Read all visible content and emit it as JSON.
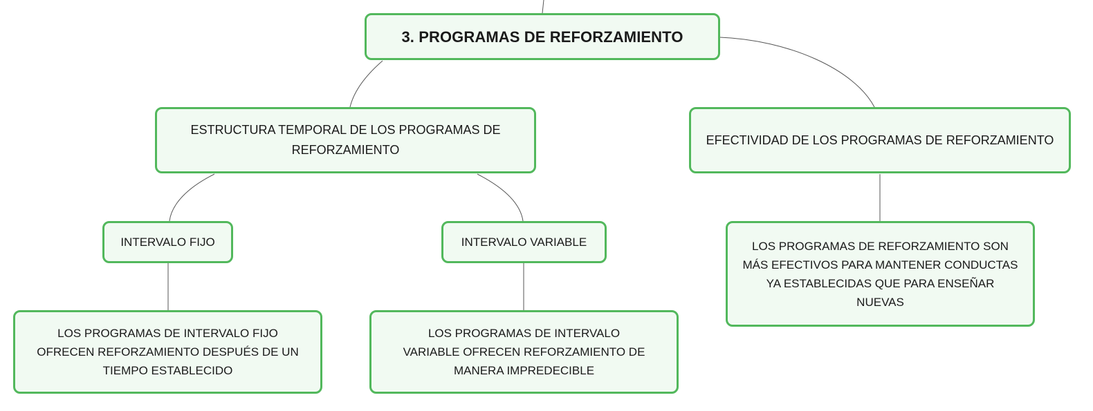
{
  "diagram": {
    "root": {
      "label": "3. PROGRAMAS DE REFORZAMIENTO"
    },
    "branches": {
      "estructura": {
        "label": "ESTRUCTURA TEMPORAL DE LOS PROGRAMAS DE REFORZAMIENTO"
      },
      "efectividad": {
        "label": "EFECTIVIDAD DE LOS PROGRAMAS DE REFORZAMIENTO"
      }
    },
    "subtopics": {
      "intervalo_fijo": {
        "label": "INTERVALO FIJO"
      },
      "intervalo_variable": {
        "label": "INTERVALO VARIABLE"
      }
    },
    "details": {
      "fijo": "LOS PROGRAMAS DE INTERVALO FIJO OFRECEN REFORZAMIENTO DESPUÉS DE UN TIEMPO ESTABLECIDO",
      "variable": "LOS PROGRAMAS DE INTERVALO VARIABLE OFRECEN REFORZAMIENTO DE MANERA IMPREDECIBLE",
      "efectividad": "LOS PROGRAMAS DE REFORZAMIENTO SON MÁS EFECTIVOS PARA MANTENER CONDUCTAS YA ESTABLECIDAS QUE PARA ENSEÑAR NUEVAS"
    }
  },
  "colors": {
    "node_border": "#52b85c",
    "node_fill": "#f1faf2",
    "connector": "#555555",
    "text": "#1a1a1a"
  }
}
